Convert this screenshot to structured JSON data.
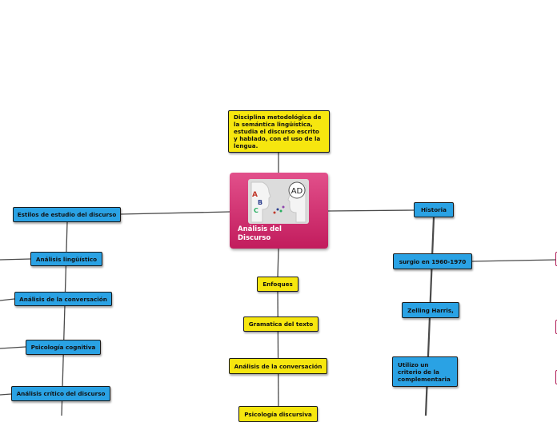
{
  "central": {
    "title_line1": "Análisis del",
    "title_line2": "Discurso",
    "image_badge": "AD"
  },
  "top": {
    "definition": "Disciplina metodológica de la semántica lingüística, estudia el discurso escrito y hablado, con el uso de la lengua."
  },
  "left": {
    "styles": "Estilos de estudio del discurso",
    "items": [
      "Análisis lingüístico",
      "Análisis de la conversación",
      "Psicología cognitiva",
      "Análisis crítico del discurso"
    ]
  },
  "bottom": {
    "approaches": "Enfoques",
    "items": [
      "Gramatica del texto",
      "Análisis de la conversación",
      "Psicología discursiva"
    ]
  },
  "right": {
    "history": "Historia",
    "origin": "surgio en 1960-1970",
    "founder": "Zelling Harris,",
    "method": "Utilizo un criterio de la complementaria"
  },
  "colors": {
    "blue": "#2aa2e4",
    "yellow": "#f6e60f",
    "central": "#d02a6b",
    "line": "#4a4a4a"
  }
}
